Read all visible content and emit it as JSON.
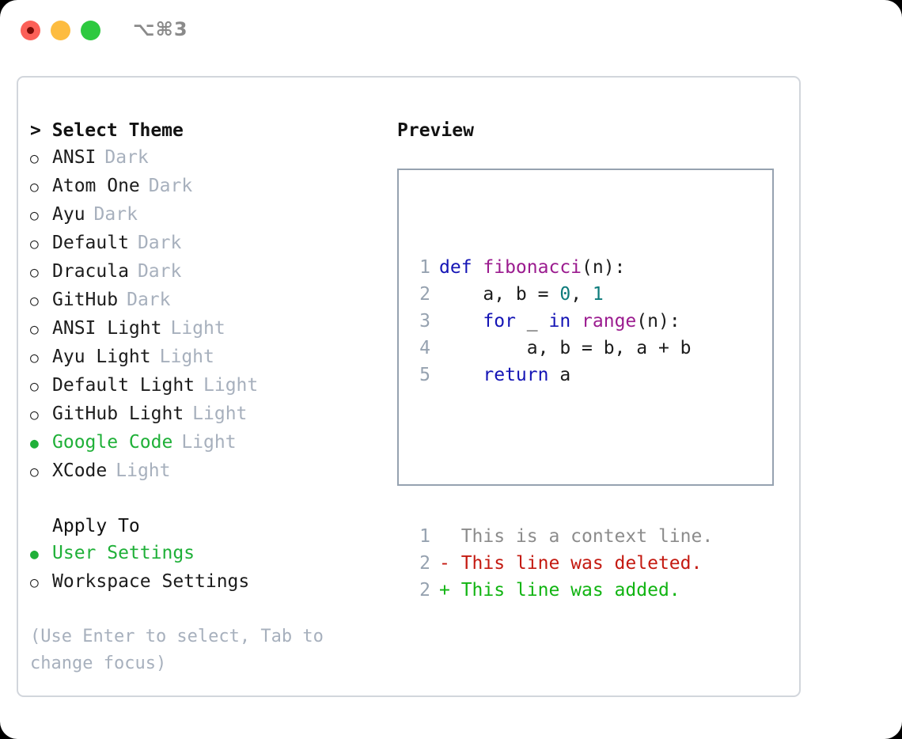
{
  "window": {
    "shortcut_label": "⌥⌘3",
    "traffic_lights": [
      "close-red",
      "minimize-yellow",
      "zoom-green"
    ]
  },
  "theme_panel": {
    "header": "> Select Theme",
    "options": [
      {
        "bullet": "○",
        "label": "ANSI",
        "kind": "Dark",
        "selected": false
      },
      {
        "bullet": "○",
        "label": "Atom One",
        "kind": "Dark",
        "selected": false
      },
      {
        "bullet": "○",
        "label": "Ayu",
        "kind": "Dark",
        "selected": false
      },
      {
        "bullet": "○",
        "label": "Default",
        "kind": "Dark",
        "selected": false
      },
      {
        "bullet": "○",
        "label": "Dracula",
        "kind": "Dark",
        "selected": false
      },
      {
        "bullet": "○",
        "label": "GitHub",
        "kind": "Dark",
        "selected": false
      },
      {
        "bullet": "○",
        "label": "ANSI Light",
        "kind": "Light",
        "selected": false
      },
      {
        "bullet": "○",
        "label": "Ayu Light",
        "kind": "Light",
        "selected": false
      },
      {
        "bullet": "○",
        "label": "Default Light",
        "kind": "Light",
        "selected": false
      },
      {
        "bullet": "○",
        "label": "GitHub Light",
        "kind": "Light",
        "selected": false
      },
      {
        "bullet": "●",
        "label": "Google Code",
        "kind": "Light",
        "selected": true
      },
      {
        "bullet": "○",
        "label": "XCode",
        "kind": "Light",
        "selected": false
      }
    ]
  },
  "apply_panel": {
    "header": "Apply To",
    "options": [
      {
        "bullet": "●",
        "label": "User Settings",
        "selected": true
      },
      {
        "bullet": "○",
        "label": "Workspace Settings",
        "selected": false
      }
    ]
  },
  "hint": "(Use Enter to select, Tab to change focus)",
  "preview": {
    "title": "Preview",
    "code_lines": [
      {
        "no": "1",
        "tokens": [
          {
            "t": "def ",
            "c": "kw"
          },
          {
            "t": "fibonacci",
            "c": "fn"
          },
          {
            "t": "(n):",
            "c": "plain"
          }
        ]
      },
      {
        "no": "2",
        "tokens": [
          {
            "t": "    a, b = ",
            "c": "plain"
          },
          {
            "t": "0",
            "c": "num"
          },
          {
            "t": ", ",
            "c": "plain"
          },
          {
            "t": "1",
            "c": "num"
          }
        ]
      },
      {
        "no": "3",
        "tokens": [
          {
            "t": "    ",
            "c": "plain"
          },
          {
            "t": "for",
            "c": "kw"
          },
          {
            "t": " _ ",
            "c": "plain"
          },
          {
            "t": "in",
            "c": "kw"
          },
          {
            "t": " ",
            "c": "plain"
          },
          {
            "t": "range",
            "c": "fn"
          },
          {
            "t": "(n):",
            "c": "plain"
          }
        ]
      },
      {
        "no": "4",
        "tokens": [
          {
            "t": "        a, b = b, a + b",
            "c": "plain"
          }
        ]
      },
      {
        "no": "5",
        "tokens": [
          {
            "t": "    ",
            "c": "plain"
          },
          {
            "t": "return",
            "c": "kw"
          },
          {
            "t": " a",
            "c": "plain"
          }
        ]
      }
    ],
    "diff_lines": [
      {
        "no": "1",
        "text": "  This is a context line.",
        "kind": "ctx"
      },
      {
        "no": "2",
        "text": "- This line was deleted.",
        "kind": "del"
      },
      {
        "no": "2",
        "text": "+ This line was added.",
        "kind": "add"
      }
    ]
  },
  "colors": {
    "selected_green": "#1fb038",
    "muted_gray": "#a7b0bd",
    "keyword_blue": "#1414b5",
    "function_magenta": "#9b1b8f",
    "number_teal": "#0d7b7b",
    "diff_deleted_red": "#c41a11",
    "diff_added_green": "#11b412",
    "border_gray": "#96a2b0"
  }
}
